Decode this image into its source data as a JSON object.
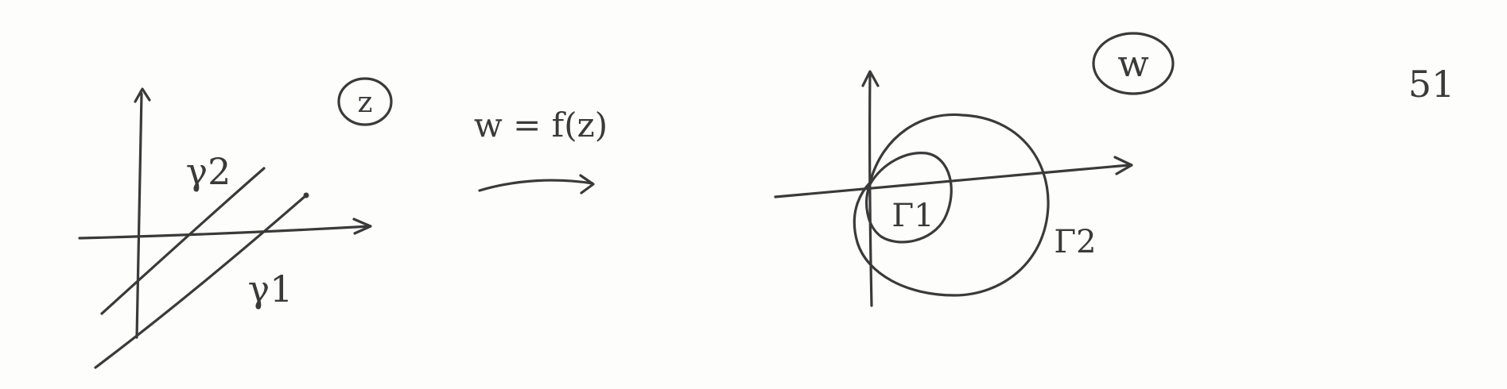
{
  "z_plane": {
    "plane_label": "z",
    "curve_labels": [
      "γ2",
      "γ1"
    ]
  },
  "mapping": {
    "label": "w = f(z)"
  },
  "w_plane": {
    "plane_label": "w",
    "curve_labels": [
      "Γ1",
      "Γ2"
    ]
  },
  "page_number": "51"
}
